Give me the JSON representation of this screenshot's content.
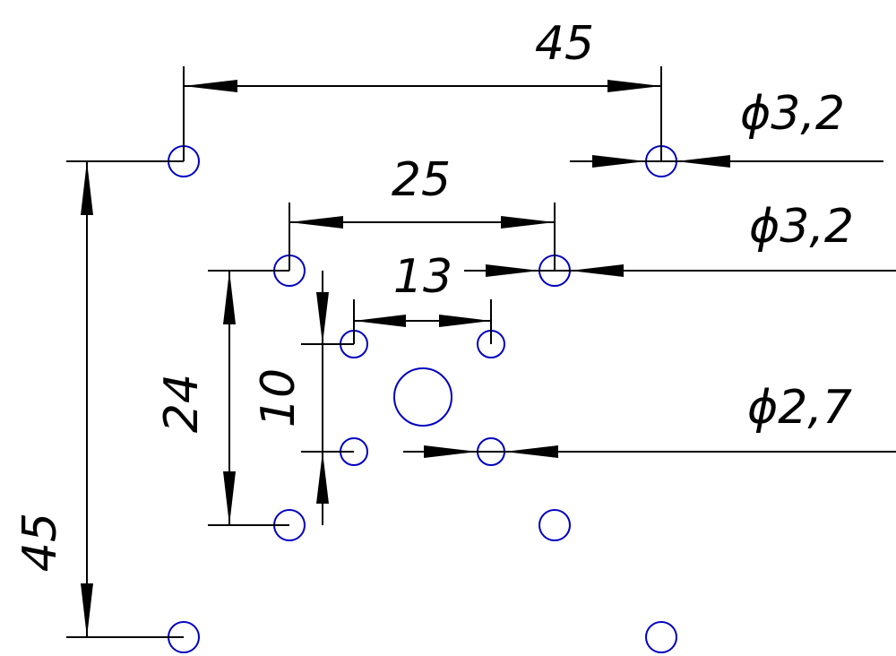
{
  "labels": {
    "top_span": "45",
    "inner_span": "25",
    "small_span": "13",
    "left_height": "45",
    "mid_height": "24",
    "inner_height": "10",
    "dia_top": "ϕ3,2",
    "dia_mid": "ϕ3,2",
    "dia_small": "ϕ2,7"
  },
  "colors": {
    "hole": "#0000c0",
    "line": "#000000"
  }
}
